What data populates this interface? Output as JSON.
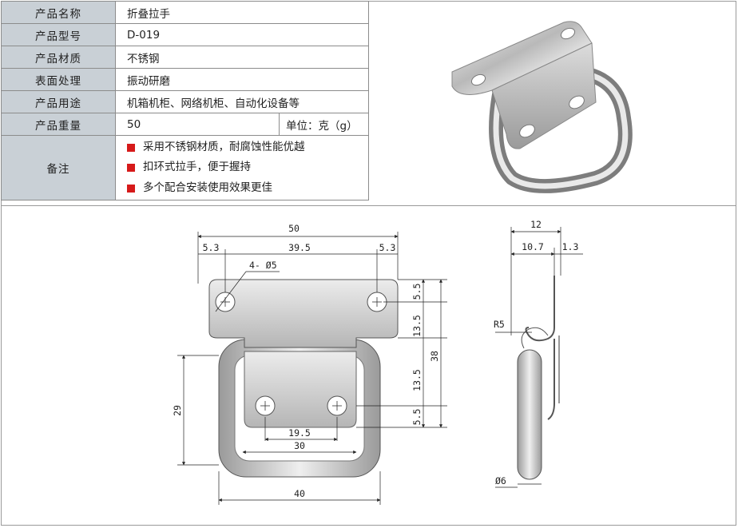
{
  "spec_table": {
    "name_label": "产品名称",
    "name_value": "折叠拉手",
    "model_label": "产品型号",
    "model_value": "D-019",
    "material_label": "产品材质",
    "material_value": "不锈钢",
    "surface_label": "表面处理",
    "surface_value": "振动研磨",
    "usage_label": "产品用途",
    "usage_value": "机箱机柜、网络机柜、自动化设备等",
    "weight_label": "产品重量",
    "weight_value": "50",
    "weight_unit": "单位：克（g）",
    "notes_label": "备注",
    "notes": [
      "采用不锈钢材质，耐腐蚀性能优越",
      "扣环式拉手，便于握持",
      "多个配合安装使用效果更佳"
    ]
  },
  "colors": {
    "label_bg": "#c9d0d6",
    "bullet": "#d61a1a",
    "border": "#8c8c8c"
  },
  "drawing": {
    "front": {
      "overall_width": "50",
      "left_margin": "5.3",
      "hole_spacing": "39.5",
      "right_margin": "5.3",
      "hole_callout": "4- Ø5",
      "v1": "5.5",
      "v2": "13.5",
      "v3": "13.5",
      "v4": "5.5",
      "overall_height": "38",
      "ring_height": "29",
      "lower_hole_spacing": "19.5",
      "inner_width": "30",
      "ring_width": "40"
    },
    "side": {
      "overall": "12",
      "depth": "10.7",
      "thickness": "1.3",
      "radius": "R5",
      "rod_dia": "Ø6"
    }
  }
}
